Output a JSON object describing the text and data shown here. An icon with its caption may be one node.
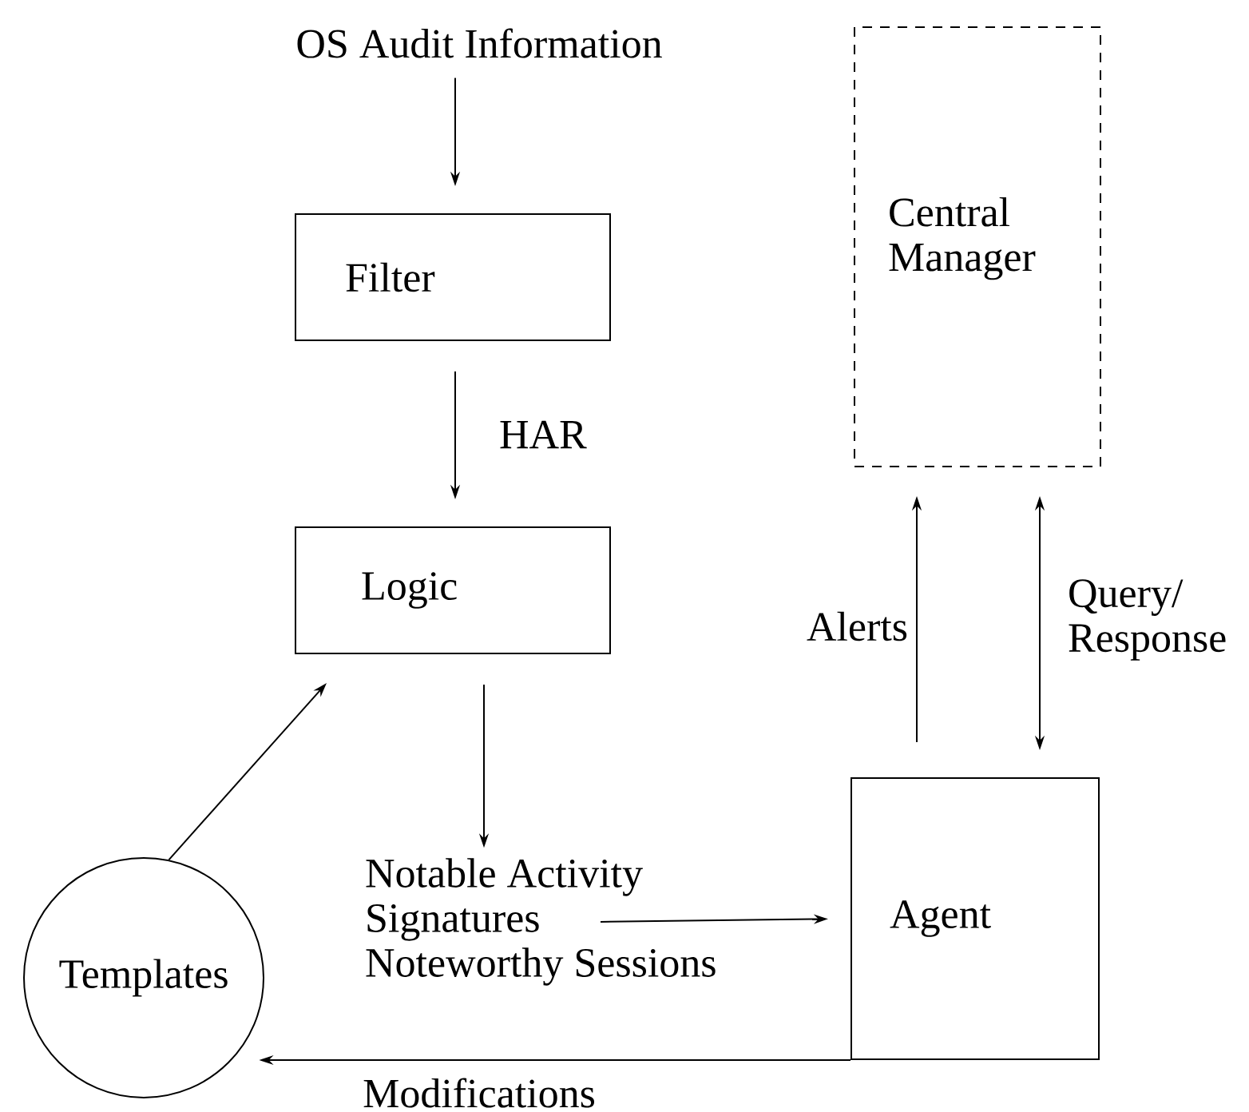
{
  "diagram": {
    "nodes": [
      {
        "text": [
          "OS Audit Information"
        ]
      },
      {
        "text": [
          "Filter"
        ]
      },
      {
        "text": [
          "Logic"
        ]
      },
      {
        "text": [
          "Central Manager"
        ]
      },
      {
        "text": [
          "Notable Activity",
          "Signatures",
          "Noteworthy Sessions"
        ]
      },
      {
        "text": [
          "Agent"
        ]
      },
      {
        "text": [
          "Templates"
        ]
      }
    ],
    "edges": [
      {
        "from": 0,
        "to": 1,
        "arrow": "to"
      },
      {
        "from": 1,
        "to": 2,
        "arrow": "to",
        "label": "HAR"
      },
      {
        "from": 2,
        "to": 4,
        "arrow": "to"
      },
      {
        "from": 6,
        "to": 2,
        "arrow": "to"
      },
      {
        "from": 4,
        "to": 5,
        "arrow": "to"
      },
      {
        "from": 5,
        "to": 3,
        "arrow": "to",
        "label": "Alerts"
      },
      {
        "from": 5,
        "to": 3,
        "arrow": "both",
        "label": "Query/ Response"
      },
      {
        "from": 5,
        "to": 6,
        "arrow": "to",
        "label": "Modifications"
      }
    ]
  }
}
